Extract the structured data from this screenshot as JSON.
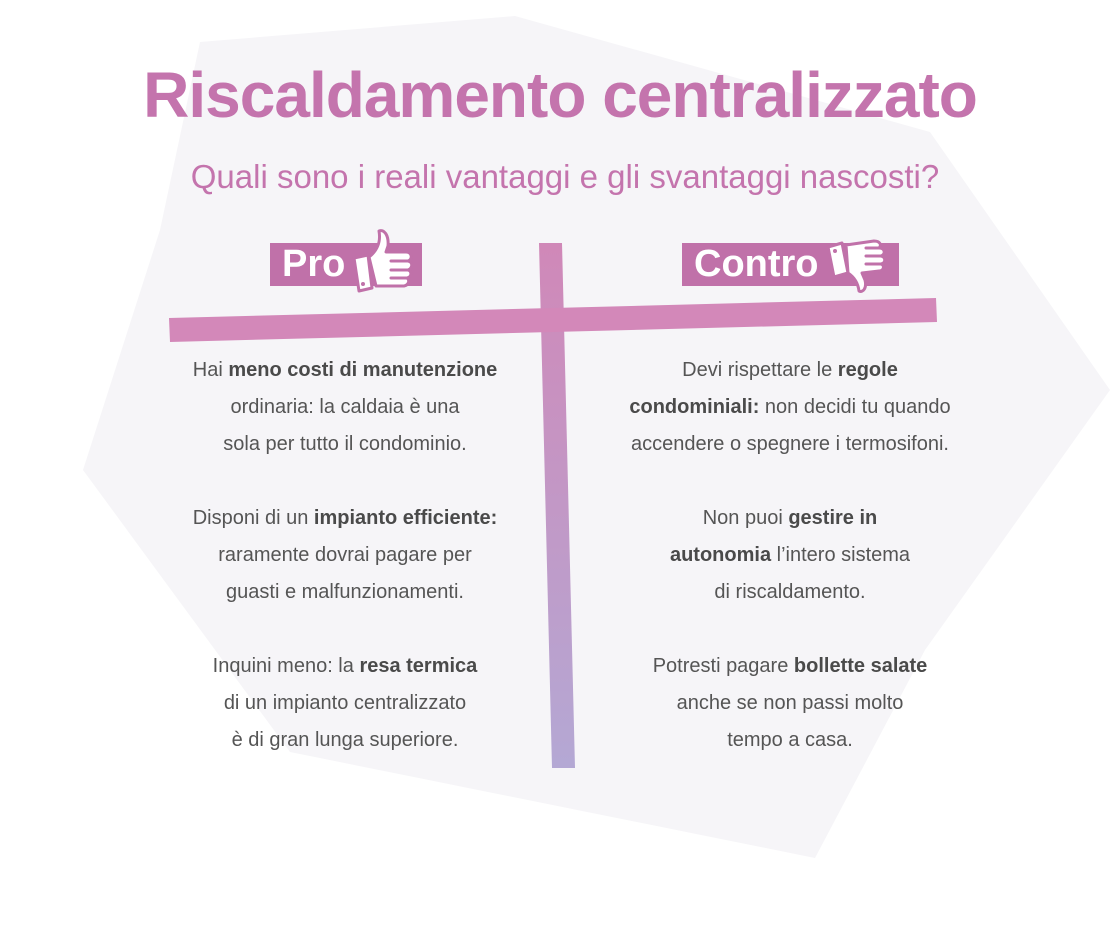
{
  "title": "Riscaldamento centralizzato",
  "subtitle": "Quali sono i reali vantaggi e gli svantaggi nascosti?",
  "colors": {
    "accent": "#c474ad",
    "label_bg": "#c071a9",
    "cross_top": "#d088b8",
    "cross_bottom": "#b4a8d4",
    "text": "#555555",
    "background_shape": "#f6f5f8"
  },
  "pro": {
    "label": "Pro",
    "icon": "thumbs-up-icon",
    "items": [
      {
        "l1_pre": "Hai ",
        "l1_bold": "meno costi di manutenzione",
        "l1_post": "",
        "l2_pre": "ordinaria: la caldaia è una",
        "l2_bold": "",
        "l2_post": "",
        "l3": "sola per tutto il condominio."
      },
      {
        "l1_pre": "Disponi di un ",
        "l1_bold": "impianto efficiente:",
        "l1_post": "",
        "l2_pre": "raramente dovrai pagare per",
        "l2_bold": "",
        "l2_post": "",
        "l3": "guasti e malfunzionamenti."
      },
      {
        "l1_pre": "Inquini meno: la ",
        "l1_bold": "resa termica",
        "l1_post": "",
        "l2_pre": "di un impianto centralizzato",
        "l2_bold": "",
        "l2_post": "",
        "l3": "è di gran lunga superiore."
      }
    ]
  },
  "contro": {
    "label": "Contro",
    "icon": "thumbs-down-icon",
    "items": [
      {
        "l1_pre": "Devi rispettare le ",
        "l1_bold": "regole",
        "l1_post": "",
        "l2_pre": "",
        "l2_bold": "condominiali:",
        "l2_post": " non decidi tu quando",
        "l3": "accendere o spegnere i termosifoni."
      },
      {
        "l1_pre": "Non puoi ",
        "l1_bold": "gestire in",
        "l1_post": "",
        "l2_pre": "",
        "l2_bold": "autonomia",
        "l2_post": " l’intero sistema",
        "l3": "di riscaldamento."
      },
      {
        "l1_pre": "Potresti pagare ",
        "l1_bold": "bollette salate",
        "l1_post": "",
        "l2_pre": "anche se non passi molto",
        "l2_bold": "",
        "l2_post": "",
        "l3": "tempo a casa."
      }
    ]
  }
}
